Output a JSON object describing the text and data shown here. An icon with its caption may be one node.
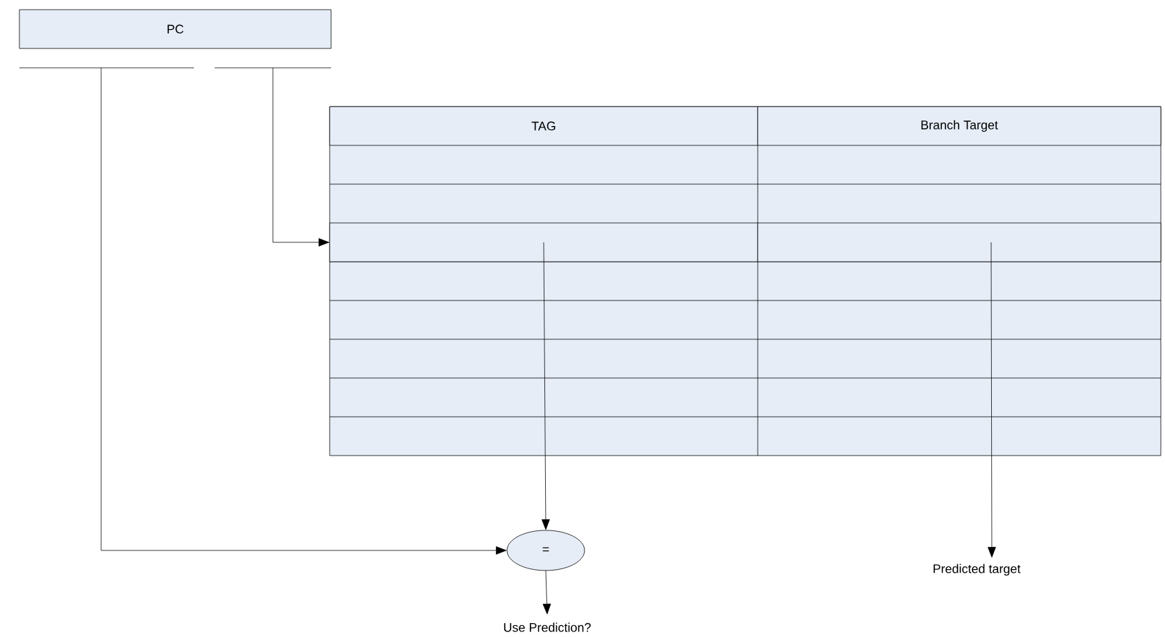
{
  "diagram": {
    "nodes": [
      {
        "text": [
          "PC"
        ]
      },
      {
        "text": [],
        "shape": "bar"
      },
      {
        "text": [],
        "shape": "bar"
      },
      {
        "text": [],
        "shape": "box"
      },
      {
        "text": [
          "TAG"
        ],
        "in": 3
      },
      {
        "text": [
          "Branch Target"
        ],
        "in": 3
      },
      {
        "text": [],
        "shape": "box",
        "in": 3
      },
      {
        "text": [],
        "shape": "box",
        "in": 3
      },
      {
        "text": [
          "="
        ]
      },
      {
        "text": [
          "Use Prediction?"
        ]
      },
      {
        "text": [
          "Predicted target"
        ]
      }
    ],
    "edges": [
      {
        "from": 1,
        "to": 8,
        "arrow": "to"
      },
      {
        "from": 2,
        "to": 6,
        "arrow": "to"
      },
      {
        "from": 6,
        "to": 8,
        "arrow": "to"
      },
      {
        "from": 7,
        "to": 10,
        "arrow": "to"
      },
      {
        "from": 8,
        "to": 9,
        "arrow": "to"
      }
    ]
  }
}
